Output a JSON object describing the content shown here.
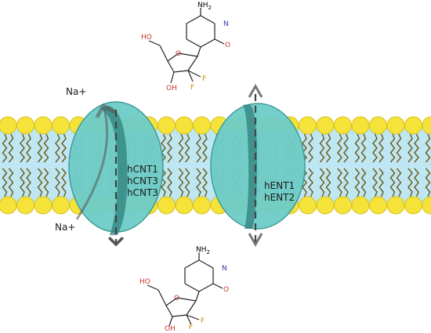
{
  "labels": {
    "na_top": "Na+",
    "na_bottom": "Na+",
    "cnt_transporters": [
      "hCNT1",
      "hCNT3",
      "hCNT3"
    ],
    "ent_transporters": [
      "hENT1",
      "hENT2"
    ]
  },
  "molecule": {
    "atoms": {
      "amine": "NH",
      "amine_sub": "2",
      "ring_n": "N",
      "carbonyl_o": "O",
      "ring_o": "O",
      "hydroxyl_top": "HO",
      "hydroxyl_bottom": "OH",
      "fluorine_1": "F",
      "fluorine_2": "F"
    }
  },
  "colors": {
    "lipid_head": "#f5e33a",
    "lipid_head_stroke": "#d8c21c",
    "lipid_tail": "#6b5a16",
    "membrane_core": "#bfe6f3",
    "transporter": "#6fcdc7",
    "transporter_stroke": "#3a9a97",
    "channel": "#2f7f7c",
    "arrow": "#555555"
  }
}
